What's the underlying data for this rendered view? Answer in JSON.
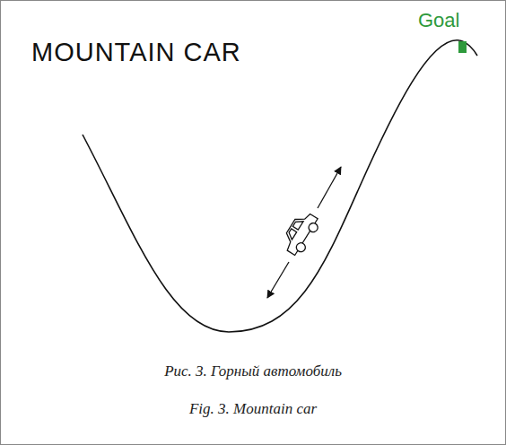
{
  "diagram": {
    "title": "MOUNTAIN CAR",
    "caption": "Рис. 3. Горный автомобиль",
    "labels": [
      "Goal",
      "Fig. 3. Mountain car"
    ]
  }
}
